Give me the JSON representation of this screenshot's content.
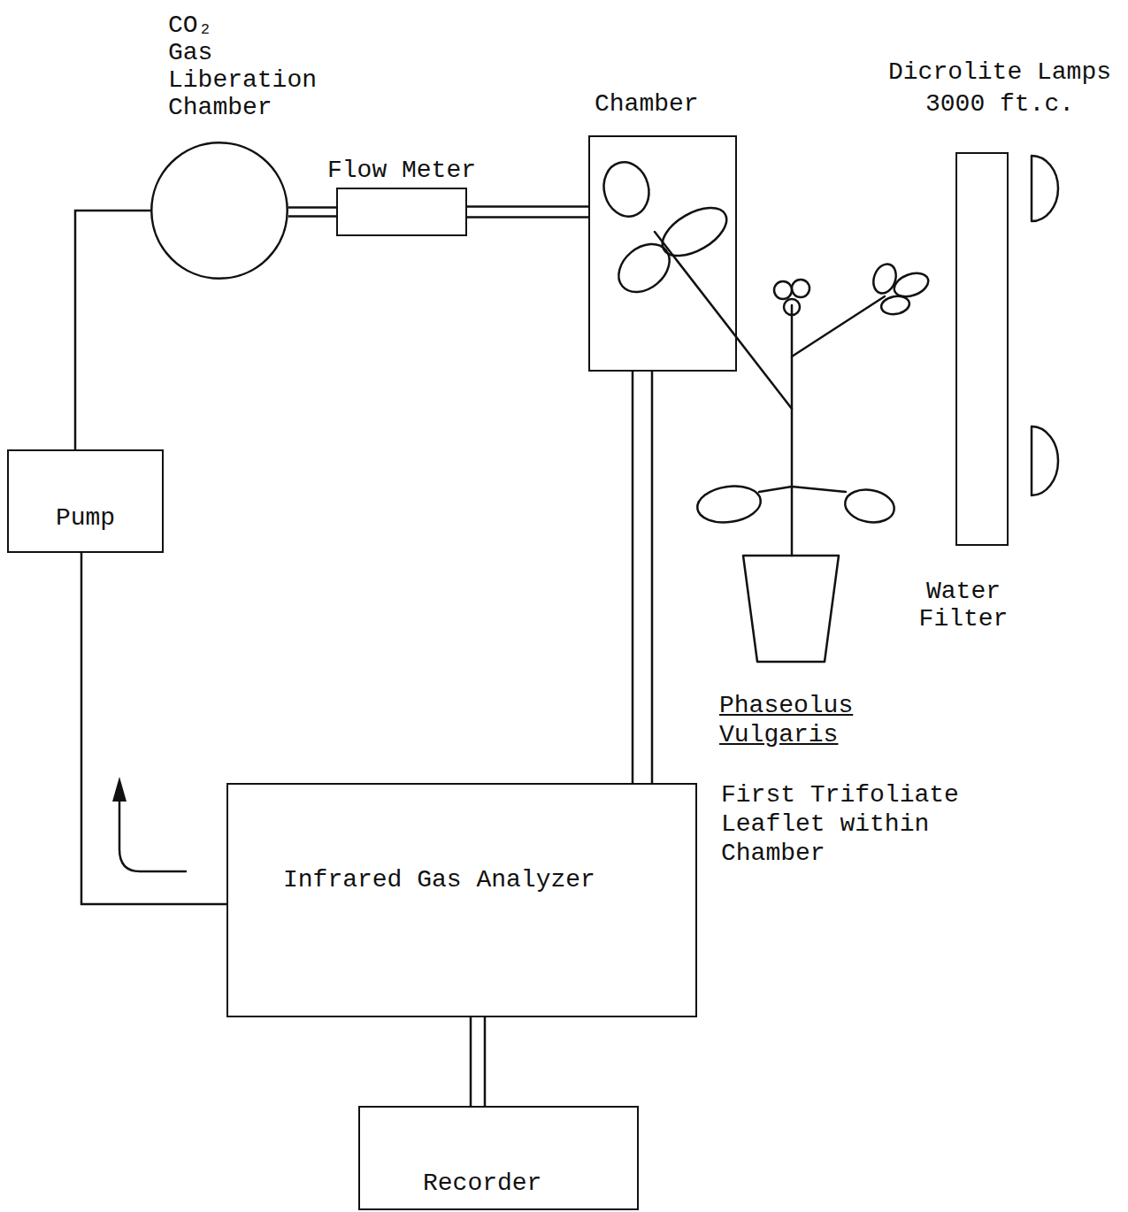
{
  "diagram": {
    "nodes": [
      {
        "text": [
          "CO₂ Gas Liberation Chamber"
        ]
      },
      {
        "text": [
          "Flow Meter"
        ]
      },
      {
        "text": [
          "Chamber"
        ]
      },
      {
        "text": [
          "Pump"
        ]
      },
      {
        "text": [
          "Water Filter"
        ]
      },
      {
        "text": [
          "Infrared Gas Analyzer"
        ]
      },
      {
        "text": [
          "Recorder"
        ]
      }
    ],
    "edges": [
      {
        "from": 3,
        "to": 0,
        "arrow": "none"
      },
      {
        "from": 0,
        "to": 1,
        "arrow": "none"
      },
      {
        "from": 1,
        "to": 2,
        "arrow": "none"
      },
      {
        "from": 2,
        "to": 5,
        "arrow": "none"
      },
      {
        "from": 5,
        "to": 6,
        "arrow": "none"
      },
      {
        "from": 5,
        "to": 3,
        "arrow": "none"
      }
    ],
    "labels": [
      "Dicrolite Lamps 3000 ft.c.",
      "Phaseolus Vulgaris",
      "First Trifoliate Leaflet within Chamber"
    ]
  }
}
